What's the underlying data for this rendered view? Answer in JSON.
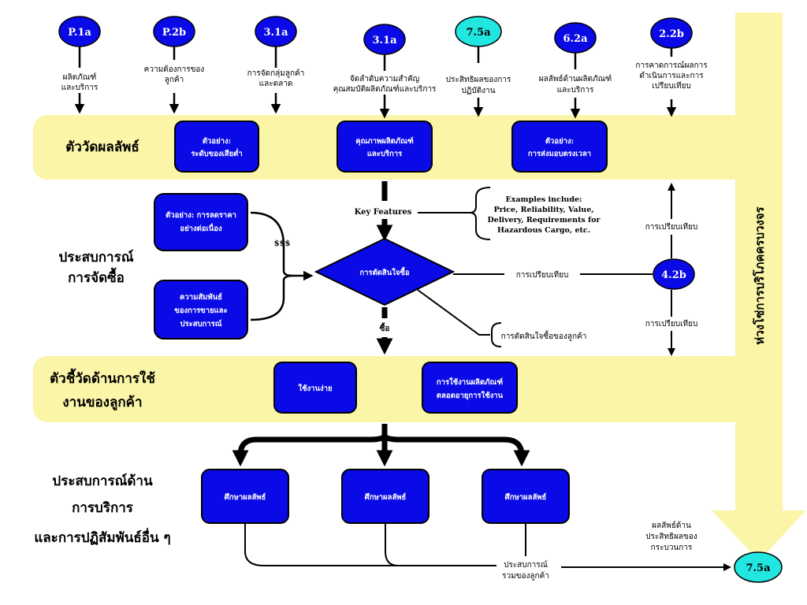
{
  "colors": {
    "band": "#fbf5a8",
    "box": "#0a0ae6",
    "node": "#0a0ae6",
    "node_accent": "#22e6e0",
    "arrow": "#000000"
  },
  "top_nodes": [
    {
      "id": "P.1a",
      "label": [
        "ผลิตภัณฑ์",
        "และบริการ"
      ]
    },
    {
      "id": "P.2b",
      "label": [
        "ความต้องการของ",
        "ลูกค้า"
      ]
    },
    {
      "id": "3.1a",
      "label": [
        "การจัดกลุ่มลูกค้า",
        "และตลาด"
      ]
    },
    {
      "id": "3.1a",
      "label": [
        "จัดลำดับความสำคัญ",
        "คุณสมบัติผลิตภัณฑ์และบริการ"
      ]
    },
    {
      "id": "7.5a",
      "label": [
        "ประสิทธิผลของการ",
        "ปฏิบัติงาน"
      ]
    },
    {
      "id": "6.2a",
      "label": [
        "ผลลัพธ์ด้านผลิตภัณฑ์",
        "และบริการ"
      ]
    },
    {
      "id": "2.2b",
      "label": [
        "การคาดการณ์ผลการ",
        "ดำเนินการและการ",
        "เปรียบเทียบ"
      ]
    }
  ],
  "band1": {
    "title": "ตัววัดผลลัพธ์"
  },
  "band1_boxes": [
    [
      "ตัวอย่าง:",
      "ระดับของเสียต่ำ"
    ],
    [
      "คุณภาพผลิตภัณฑ์",
      "และบริการ"
    ],
    [
      "ตัวอย่าง:",
      "การส่งมอบตรงเวลา"
    ]
  ],
  "section_purchase": {
    "title": [
      "ประสบการณ์",
      "การจัดซื้อ"
    ]
  },
  "left_boxes": [
    [
      "ตัวอย่าง: การลดราคา",
      "อย่างต่อเนื่อง"
    ],
    [
      "ความสัมพันธ์",
      "ของการขายและ",
      "ประสบการณ์"
    ]
  ],
  "dollar_label": "$$$",
  "key_features": "Key Features",
  "examples": [
    "Examples include:",
    "Price, Reliability, Value,",
    "Delivery, Requirements for",
    "Hazardous Cargo, etc."
  ],
  "decision": "การตัดสินใจซื้อ",
  "compare_label": "การเปรียบเทียบ",
  "compare_up": "การเปรียบเทียบ",
  "compare_down": "การเปรียบเทียบ",
  "node_42b": "4.2b",
  "customer_decision": "การตัดสินใจซื้อของลูกค้า",
  "buy_label": "ซื้อ",
  "band2": {
    "title": [
      "ตัวชี้วัดด้านการใช้",
      "งานของลูกค้า"
    ]
  },
  "band2_boxes": [
    [
      "ใช้งานง่าย"
    ],
    [
      "การใช้งานผลิตภัณฑ์",
      "ตลอดอายุการใช้งาน"
    ]
  ],
  "section_service": {
    "title": [
      "ประสบการณ์ด้าน",
      "การบริการ",
      "และการปฏิสัมพันธ์อื่น ๆ"
    ]
  },
  "bottom_boxes": [
    "ศึกษาผลลัพธ์",
    "ศึกษาผลลัพธ์",
    "ศึกษาผลลัพธ์"
  ],
  "total_experience": [
    "ประสบการณ์",
    "รวมของลูกค้า"
  ],
  "process_results": [
    "ผลลัพธ์ด้าน",
    "ประสิทธิผลของ",
    "กระบวนการ"
  ],
  "final_node": "7.5a",
  "side_label": "ห่วงโซ่การบริโภคครบวงจร"
}
